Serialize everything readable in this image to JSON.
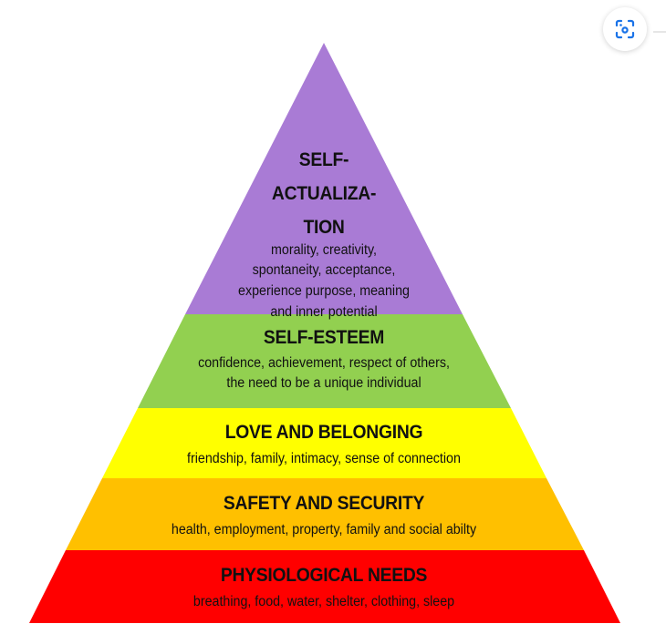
{
  "diagram": {
    "title": "Maslow's Hierarchy of Needs",
    "levels": [
      {
        "name": "SELF-ACTUALIZATION",
        "title_lines": [
          "SELF-",
          "ACTUALIZA-",
          "TION"
        ],
        "desc_lines": [
          "morality, creativity,",
          "spontaneity, acceptance,",
          "experience purpose, meaning",
          "and inner potential"
        ],
        "color": "#a97bd5"
      },
      {
        "name": "SELF-ESTEEM",
        "title_lines": [
          "SELF-ESTEEM"
        ],
        "desc_lines": [
          "confidence, achievement, respect of others,",
          "the need to be a unique individual"
        ],
        "color": "#92d050"
      },
      {
        "name": "LOVE AND BELONGING",
        "title_lines": [
          "LOVE AND BELONGING"
        ],
        "desc_lines": [
          "friendship, family, intimacy, sense of connection"
        ],
        "color": "#ffff00"
      },
      {
        "name": "SAFETY AND SECURITY",
        "title_lines": [
          "SAFETY AND SECURITY"
        ],
        "desc_lines": [
          "health, employment, property, family and social abilty"
        ],
        "color": "#ffc000"
      },
      {
        "name": "PHYSIOLOGICAL NEEDS",
        "title_lines": [
          "PHYSIOLOGICAL NEEDS"
        ],
        "desc_lines": [
          "breathing, food, water, shelter, clothing, sleep"
        ],
        "color": "#ff0000"
      }
    ]
  },
  "overlay": {
    "lens_button": "google-lens-icon",
    "accent": "#1a73e8"
  }
}
